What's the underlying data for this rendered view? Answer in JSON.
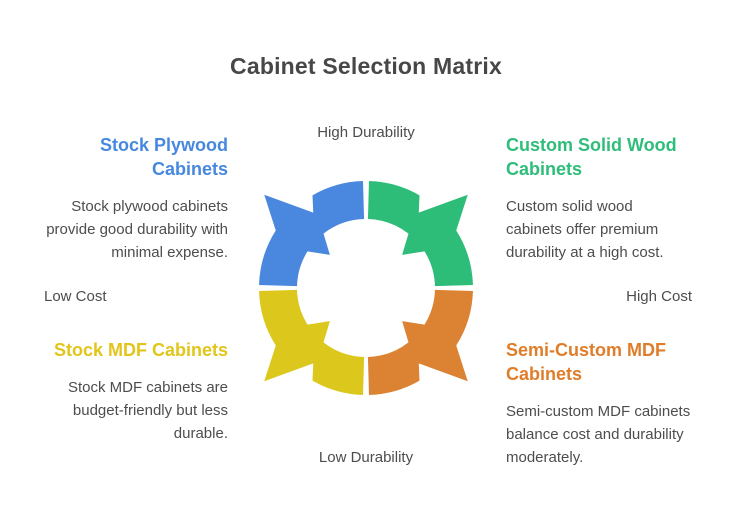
{
  "title": "Cabinet Selection Matrix",
  "axes": {
    "top": "High Durability",
    "bottom": "Low Durability",
    "left": "Low Cost",
    "right": "High Cost"
  },
  "quadrants": [
    {
      "position": "top-left",
      "heading": "Stock Plywood\nCabinets",
      "body": "Stock plywood cabinets\nprovide good durability with\nminimal expense.",
      "color": "#4688de"
    },
    {
      "position": "top-right",
      "heading": "Custom Solid Wood\nCabinets",
      "body": "Custom solid wood\ncabinets offer premium\ndurability at a high cost.",
      "color": "#2ebd7a"
    },
    {
      "position": "bottom-left",
      "heading": "Stock MDF Cabinets",
      "body": "Stock MDF cabinets are\nbudget-friendly but less\ndurable.",
      "color": "#e2c51a"
    },
    {
      "position": "bottom-right",
      "heading": "Semi-Custom MDF\nCabinets",
      "body": "Semi-custom MDF cabinets\nbalance cost and durability\nmoderately.",
      "color": "#e07d2a"
    }
  ],
  "cycle": {
    "segments": [
      {
        "position": "top-left",
        "color": "#4a87de"
      },
      {
        "position": "top-right",
        "color": "#2ebd78"
      },
      {
        "position": "bottom-left",
        "color": "#dcc71d"
      },
      {
        "position": "bottom-right",
        "color": "#dc8233"
      }
    ]
  },
  "text_colors": {
    "title": "#474747",
    "body": "#4d4d4d"
  }
}
